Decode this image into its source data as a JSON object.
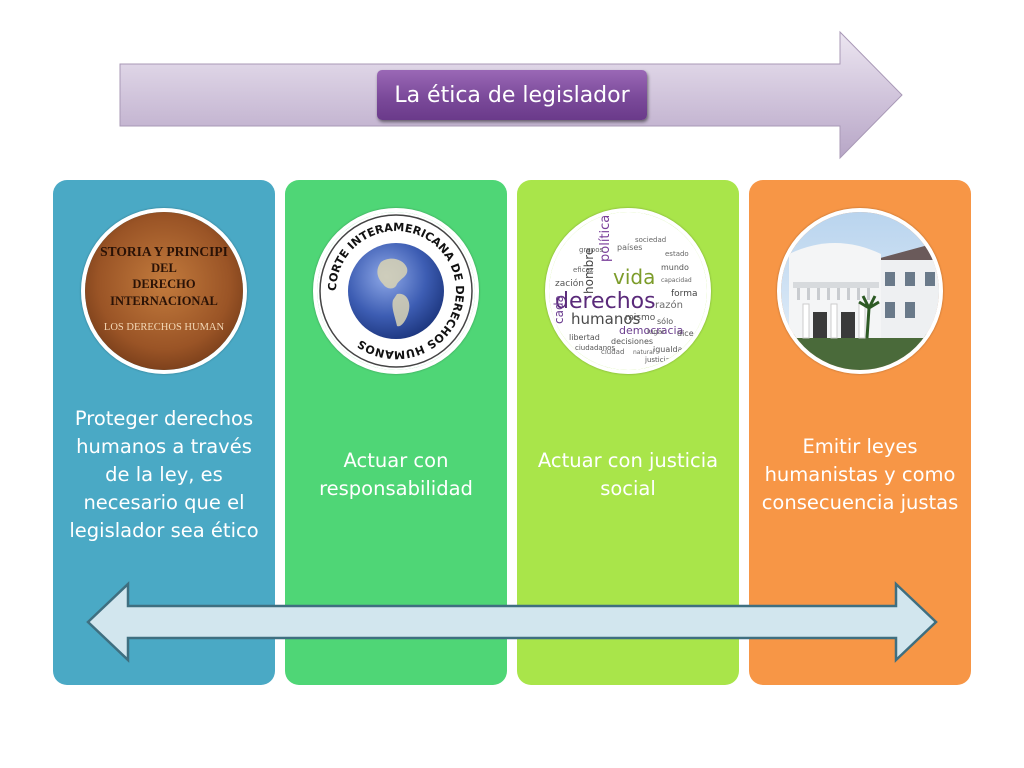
{
  "title": "La ética de legislador",
  "cards": [
    {
      "text": "Proteger derechos humanos a través de la ley, es necesario que el legislador sea ético",
      "image": {
        "lines": [
          "STORIA Y PRINCIPI",
          "DEL",
          "DERECHO",
          "INTERNACIONAL",
          "LOS DERECHOS HUMAN"
        ]
      }
    },
    {
      "text": "Actuar con responsabilidad",
      "image": {
        "ring_text": "CORTE INTERAMERICANA DE DERECHOS HUMANOS"
      }
    },
    {
      "text": "Actuar con justicia social",
      "image": {
        "words": [
          "derechos",
          "humanos",
          "vida",
          "política",
          "democracia",
          "hombre",
          "razón",
          "decisiones",
          "igualdad",
          "sólo",
          "mundo",
          "países",
          "libertad",
          "ciudadanos",
          "justicia",
          "mismo",
          "forma",
          "sociedad",
          "estado",
          "capacidad",
          "dice",
          "ciudad",
          "natural",
          "eficaz",
          "grupos",
          "lugar",
          "zación",
          "cada"
        ]
      }
    },
    {
      "text": "Emitir leyes humanistas y como consecuencia justas",
      "image": {}
    }
  ],
  "colors": {
    "card_1": "#4aa9c5",
    "card_2": "#4fd676",
    "card_3": "#a9e54a",
    "card_4": "#f79646",
    "title_box": "#7b4a9a",
    "arrow_top": "#d8cfe0",
    "arrow_bottom": "#cfe3ec"
  }
}
